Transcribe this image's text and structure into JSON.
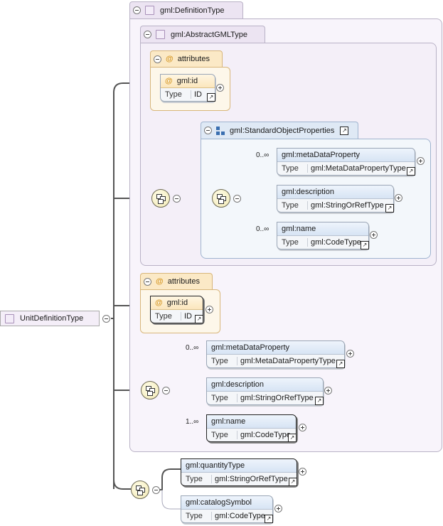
{
  "root": {
    "name": "UnitDefinitionType"
  },
  "definition_type": {
    "name": "gml:DefinitionType"
  },
  "abstract_gml_type": {
    "name": "gml:AbstractGMLType",
    "attributes_label": "attributes",
    "id_attr": {
      "name": "gml:id",
      "type_key": "Type",
      "type_value": "ID"
    }
  },
  "standard_object_properties": {
    "name": "gml:StandardObjectProperties",
    "elements": [
      {
        "name": "gml:metaDataProperty",
        "type_key": "Type",
        "type_value": "gml:MetaDataPropertyType",
        "occurrence": "0..∞"
      },
      {
        "name": "gml:description",
        "type_key": "Type",
        "type_value": "gml:StringOrRefType",
        "occurrence": ""
      },
      {
        "name": "gml:name",
        "type_key": "Type",
        "type_value": "gml:CodeType",
        "occurrence": "0..∞"
      }
    ]
  },
  "definition_attributes": {
    "label": "attributes",
    "id_attr": {
      "name": "gml:id",
      "type_key": "Type",
      "type_value": "ID"
    }
  },
  "definition_elements": [
    {
      "name": "gml:metaDataProperty",
      "type_key": "Type",
      "type_value": "gml:MetaDataPropertyType",
      "occurrence": "0..∞"
    },
    {
      "name": "gml:description",
      "type_key": "Type",
      "type_value": "gml:StringOrRefType",
      "occurrence": ""
    },
    {
      "name": "gml:name",
      "type_key": "Type",
      "type_value": "gml:CodeType",
      "occurrence": "1..∞"
    }
  ],
  "unit_elements": [
    {
      "name": "gml:quantityType",
      "type_key": "Type",
      "type_value": "gml:StringOrRefType"
    },
    {
      "name": "gml:catalogSymbol",
      "type_key": "Type",
      "type_value": "gml:CodeType"
    }
  ],
  "icons": {
    "expand": "plus-circle-icon",
    "collapse": "minus-circle-icon",
    "link": "arrow-link-icon",
    "sequence": "sequence-compositor-icon"
  },
  "colors": {
    "complex_type_bg": "#f8f4fb",
    "attribute_bg": "#fbe9c6",
    "element_header": "#d7e4f4",
    "compositor": "#f2e9b4"
  }
}
